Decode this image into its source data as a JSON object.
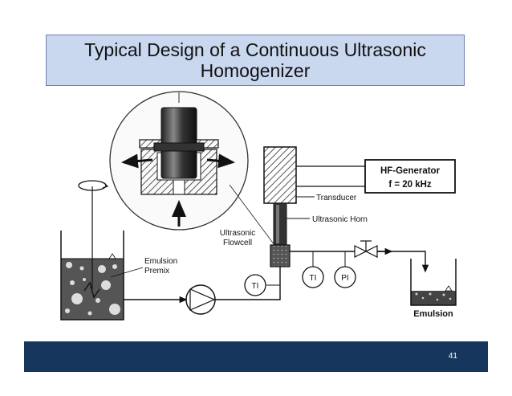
{
  "slide": {
    "title_line1": "Typical Design of a Continuous Ultrasonic",
    "title_line2": "Homogenizer",
    "page_number": "41"
  },
  "diagram": {
    "labels": {
      "generator_line1": "HF-Generator",
      "generator_line2": "f = 20 kHz",
      "transducer": "Transducer",
      "horn": "Ultrasonic Horn",
      "flowcell_line1": "Ultrasonic",
      "flowcell_line2": "Flowcell",
      "premix_line1": "Emulsion",
      "premix_line2": "Premix",
      "emulsion": "Emulsion",
      "ti_1": "TI",
      "ti_2": "TI",
      "pi": "PI"
    }
  }
}
